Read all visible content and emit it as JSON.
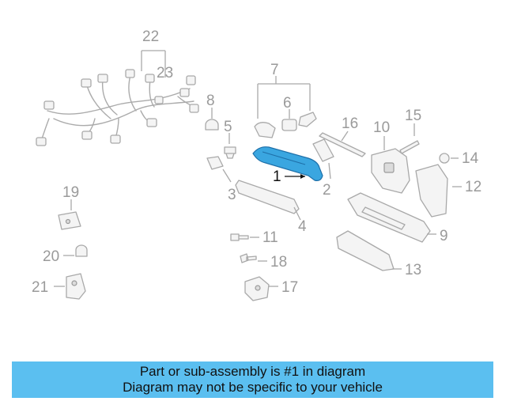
{
  "diagram": {
    "callouts": {
      "c1": "1",
      "c2": "2",
      "c3": "3",
      "c4": "4",
      "c5": "5",
      "c6": "6",
      "c7": "7",
      "c8": "8",
      "c9": "9",
      "c10": "10",
      "c11": "11",
      "c12": "12",
      "c13": "13",
      "c14": "14",
      "c15": "15",
      "c16": "16",
      "c17": "17",
      "c18": "18",
      "c19": "19",
      "c20": "20",
      "c21": "21",
      "c22": "22",
      "c23": "23"
    },
    "highlight_part": "1",
    "colors": {
      "highlight_fill": "#3aa6e0",
      "line": "#a9a9a9",
      "banner": "#5bbff0"
    }
  },
  "banner": {
    "line1": "Part or sub-assembly is #1 in diagram",
    "line2": "Diagram may not be specific to your vehicle"
  }
}
